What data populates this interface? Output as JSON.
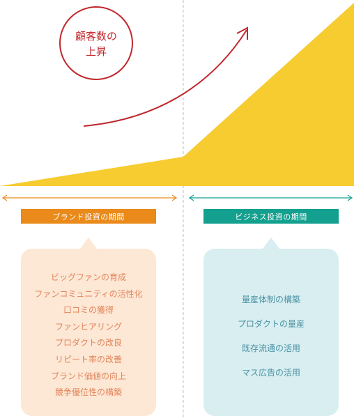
{
  "growth_label": [
    "顧客数の",
    "上昇"
  ],
  "brand_phase": {
    "label": "ブランド投資の期間",
    "items": [
      "ビッグファンの育成",
      "ファンコミュニティの活性化",
      "口コミの獲得",
      "ファンヒアリング",
      "プロダクトの改良",
      "リピート率の改善",
      "ブランド価値の向上",
      "競争優位性の構築"
    ]
  },
  "business_phase": {
    "label": "ビジネス投資の期間",
    "items": [
      "量産体制の構築",
      "プロダクトの量産",
      "既存流通の活用",
      "マス広告の活用"
    ]
  },
  "colors": {
    "growth_area": "#f6cc30",
    "arrow": "#c0272d",
    "brand": "#e98a1a",
    "business": "#13a08f",
    "divider": "#bbbbbb"
  }
}
